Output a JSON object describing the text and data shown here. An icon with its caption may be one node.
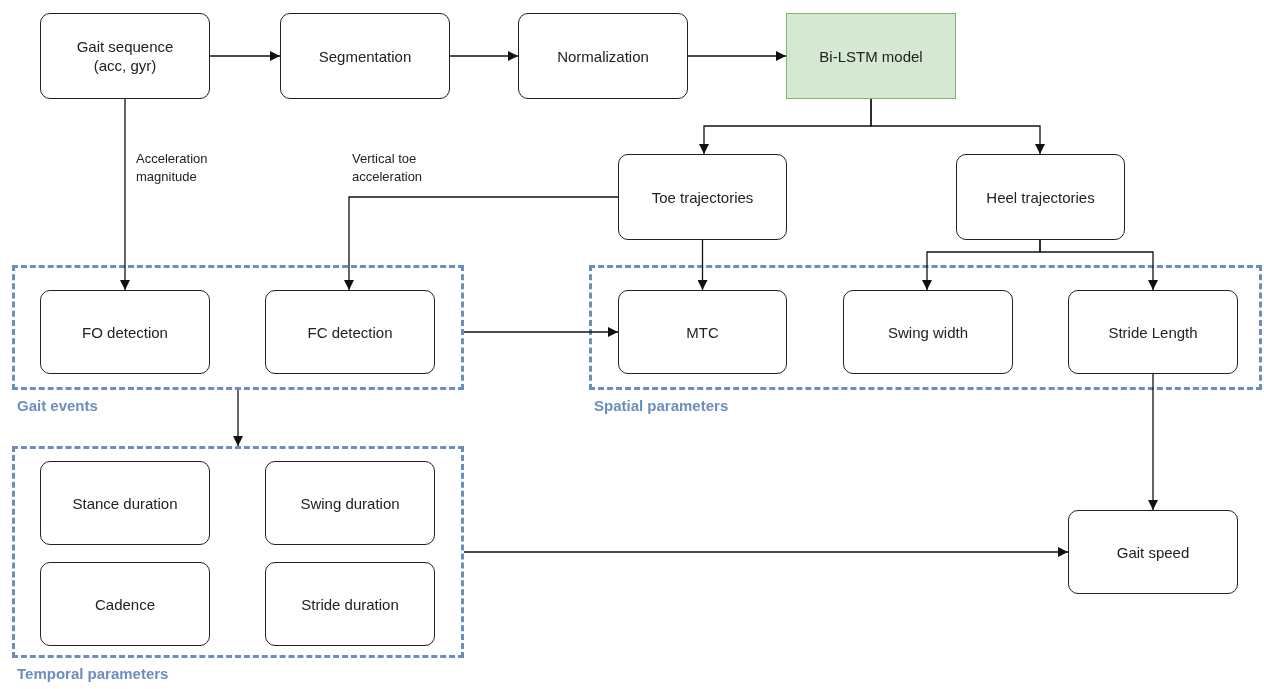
{
  "diagram": {
    "nodes": [
      {
        "text": [
          "Gait sequence (acc, gyr)"
        ]
      },
      {
        "text": [
          "Segmentation"
        ]
      },
      {
        "text": [
          "Normalization"
        ]
      },
      {
        "text": [
          "Bi-LSTM model"
        ]
      },
      {
        "text": [
          "Toe trajectories"
        ]
      },
      {
        "text": [
          "Heel trajectories"
        ]
      },
      {
        "text": [
          "Gait events"
        ]
      },
      {
        "text": [
          "FO detection"
        ],
        "in": 6
      },
      {
        "text": [
          "FC detection"
        ],
        "in": 6
      },
      {
        "text": [
          "Spatial parameters"
        ]
      },
      {
        "text": [
          "MTC"
        ],
        "in": 9
      },
      {
        "text": [
          "Swing width"
        ],
        "in": 9
      },
      {
        "text": [
          "Stride Length"
        ],
        "in": 9
      },
      {
        "text": [
          "Temporal parameters"
        ]
      },
      {
        "text": [
          "Stance duration"
        ],
        "in": 13
      },
      {
        "text": [
          "Swing duration"
        ],
        "in": 13
      },
      {
        "text": [
          "Cadence"
        ],
        "in": 13
      },
      {
        "text": [
          "Stride duration"
        ],
        "in": 13
      },
      {
        "text": [
          "Gait speed"
        ]
      }
    ],
    "edges": [
      {
        "from": 0,
        "to": 1,
        "arrow": "to"
      },
      {
        "from": 1,
        "to": 2,
        "arrow": "to"
      },
      {
        "from": 2,
        "to": 3,
        "arrow": "to"
      },
      {
        "from": 3,
        "to": 4,
        "arrow": "to"
      },
      {
        "from": 3,
        "to": 5,
        "arrow": "to"
      },
      {
        "from": 0,
        "to": 7,
        "arrow": "to",
        "label": "Acceleration magnitude"
      },
      {
        "from": 4,
        "to": 8,
        "arrow": "to",
        "label": "Vertical toe acceleration"
      },
      {
        "from": 4,
        "to": 10,
        "arrow": "to"
      },
      {
        "from": 5,
        "to": 11,
        "arrow": "to"
      },
      {
        "from": 5,
        "to": 12,
        "arrow": "to"
      },
      {
        "from": 6,
        "to": 10,
        "arrow": "to"
      },
      {
        "from": 6,
        "to": 13,
        "arrow": "to"
      },
      {
        "from": 12,
        "to": 18,
        "arrow": "to"
      },
      {
        "from": 13,
        "to": 18,
        "arrow": "to"
      }
    ]
  }
}
